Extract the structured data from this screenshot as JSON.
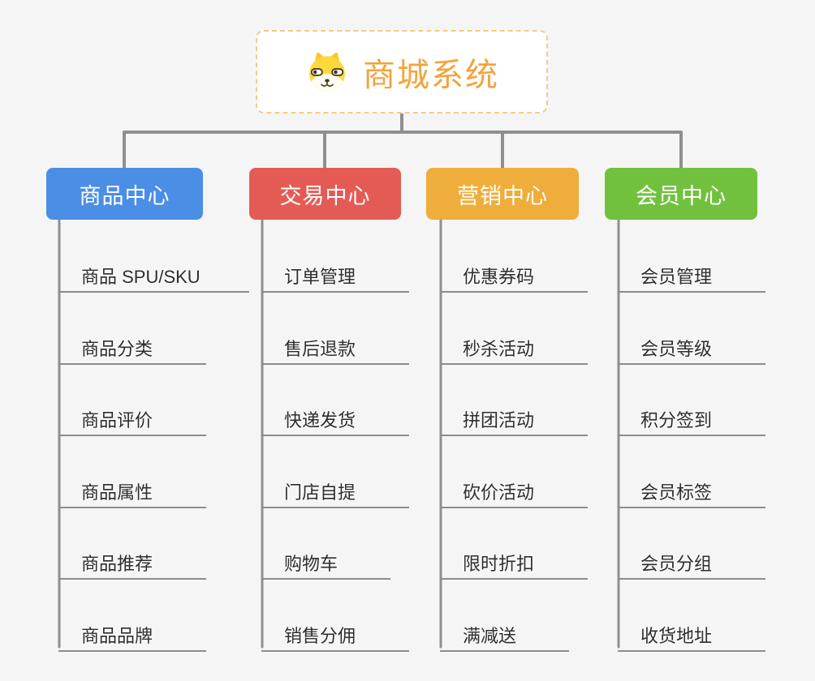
{
  "canvas": {
    "background": "#f5f5f5",
    "connector_color": "#8f8f8f"
  },
  "root": {
    "title": "商城系统",
    "icon": "dog-face",
    "text_color": "#f2a43c",
    "border_color": "#f6c98a",
    "background": "#ffffff"
  },
  "branches": [
    {
      "id": "product-center",
      "label": "商品中心",
      "color": "#4a8ee6",
      "items": [
        "商品 SPU/SKU",
        "商品分类",
        "商品评价",
        "商品属性",
        "商品推荐",
        "商品品牌"
      ]
    },
    {
      "id": "trade-center",
      "label": "交易中心",
      "color": "#e45b55",
      "items": [
        "订单管理",
        "售后退款",
        "快递发货",
        "门店自提",
        "购物车",
        "销售分佣"
      ]
    },
    {
      "id": "marketing-center",
      "label": "营销中心",
      "color": "#efad3b",
      "items": [
        "优惠券码",
        "秒杀活动",
        "拼团活动",
        "砍价活动",
        "限时折扣",
        "满减送"
      ]
    },
    {
      "id": "member-center",
      "label": "会员中心",
      "color": "#72c13e",
      "items": [
        "会员管理",
        "会员等级",
        "积分签到",
        "会员标签",
        "会员分组",
        "收货地址"
      ]
    }
  ]
}
